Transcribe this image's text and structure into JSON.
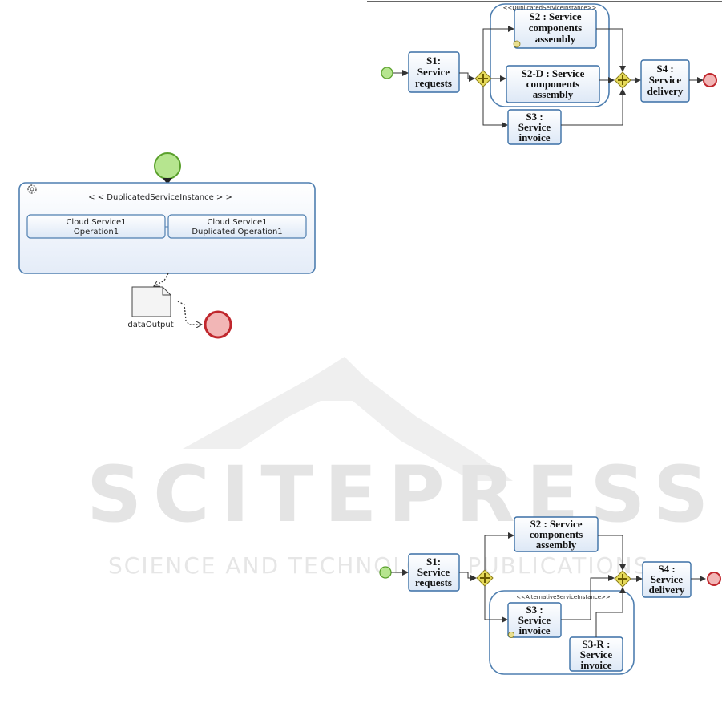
{
  "watermark": {
    "brand": "SCITEPRESS",
    "tagline": "SCIENCE AND TECHNOLOGY PUBLICATIONS"
  },
  "left_diagram": {
    "container_stereotype": "< < DuplicatedServiceInstance > >",
    "op1_line1": "Cloud Service1",
    "op1_line2": "Operation1",
    "op2_line1": "Cloud Service1",
    "op2_line2": "Duplicated Operation1",
    "data_output": "dataOutput"
  },
  "top_right": {
    "pool_label": "<<DuplicatedServiceInstance>>",
    "s1": [
      "S1:",
      "Service",
      "requests"
    ],
    "s2": [
      "S2 : Service",
      "components",
      "assembly"
    ],
    "s2d": [
      "S2-D : Service",
      "components",
      "assembly"
    ],
    "s3": [
      "S3 :",
      "Service",
      "invoice"
    ],
    "s4": [
      "S4 :",
      "Service",
      "delivery"
    ]
  },
  "bottom_right": {
    "pool_label": "<<AlternativeServiceInstance>>",
    "s1": [
      "S1:",
      "Service",
      "requests"
    ],
    "s2": [
      "S2 : Service",
      "components",
      "assembly"
    ],
    "s3": [
      "S3 :",
      "Service",
      "invoice"
    ],
    "s3r": [
      "S3-R :",
      "Service",
      "invoice"
    ],
    "s4": [
      "S4 :",
      "Service",
      "delivery"
    ]
  },
  "colors": {
    "start_event": "#b6e58f",
    "end_event": "#d93a3a",
    "task_border": "#3a6fa5",
    "gateway": "#e6da5a"
  }
}
